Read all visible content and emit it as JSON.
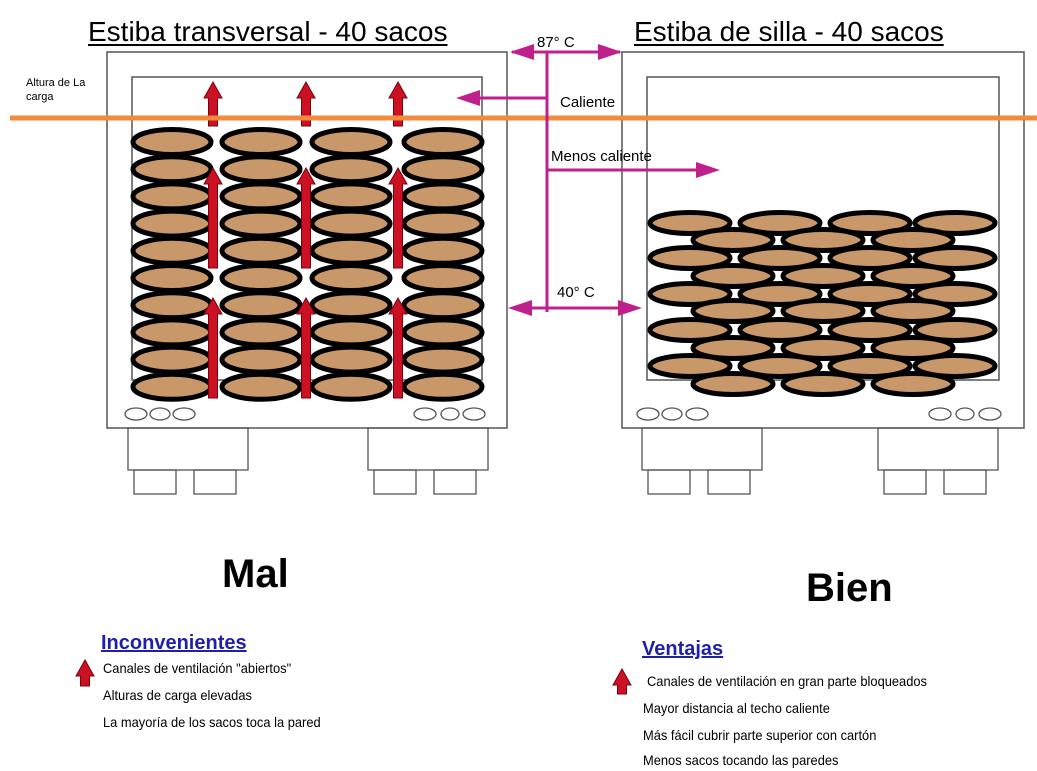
{
  "left": {
    "title": "Estiba transversal - 40 sacos",
    "verdict": "Mal",
    "list_title": "Inconvenientes",
    "items": [
      "Canales de ventilación \"abiertos\"",
      "Alturas de carga elevadas",
      "La mayoría de los sacos toca la pared"
    ]
  },
  "right": {
    "title": "Estiba de silla - 40 sacos",
    "verdict": "Bien",
    "list_title": "Ventajas",
    "items": [
      "Canales de ventilación en gran parte bloqueados",
      "Mayor distancia al techo caliente",
      "Más fácil cubrir parte superior con cartón",
      "Menos sacos tocando las paredes"
    ]
  },
  "labels": {
    "load_height": "Altura de La carga",
    "temp_top": "87° C",
    "hot": "Caliente",
    "less_hot": "Menos caliente",
    "temp_bottom": "40° C"
  },
  "colors": {
    "sack_fill": "#c8976a",
    "sack_stroke": "#000000",
    "airflow_arrow": "#cc1122",
    "pointer_arrow": "#c0208c",
    "load_line": "#f08a3c",
    "list_title": "#1f1fa8"
  },
  "icons": {
    "airflow": "red-up-arrow-icon",
    "pointer": "magenta-double-arrow-icon"
  }
}
